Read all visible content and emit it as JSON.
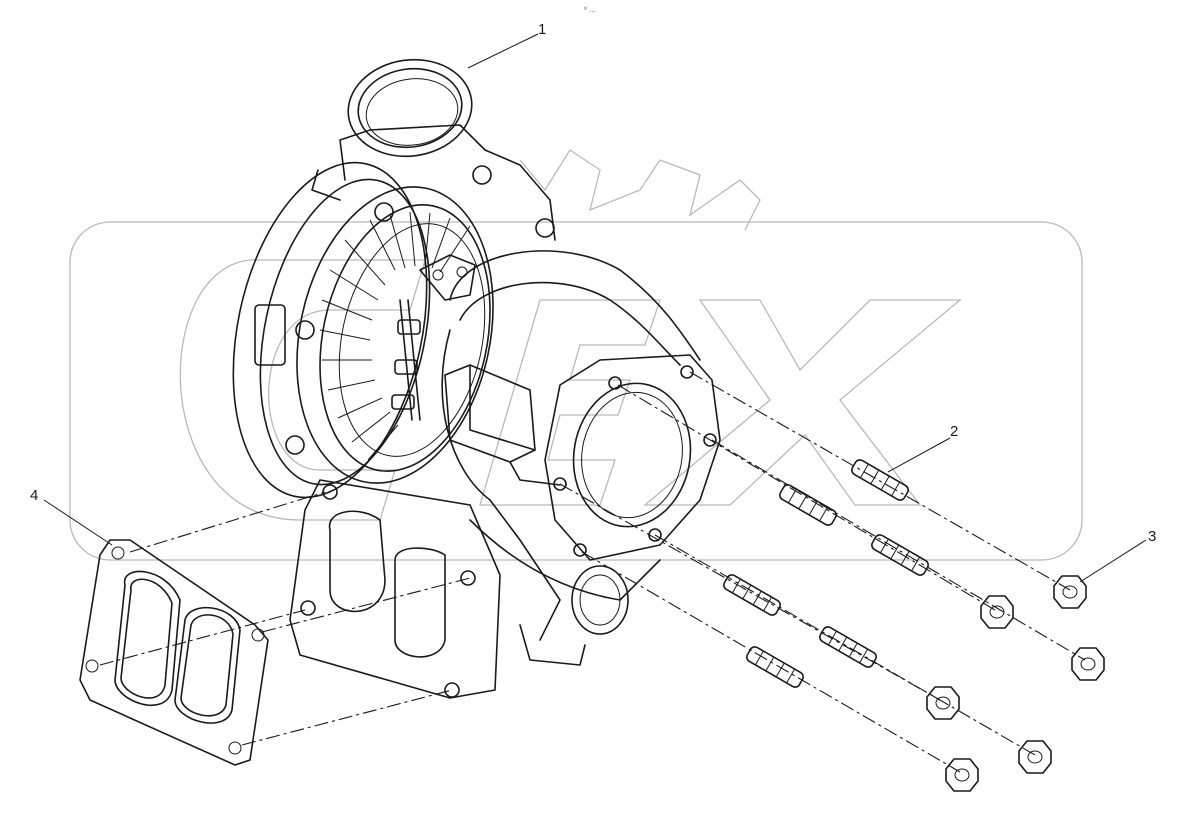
{
  "diagram": {
    "header_mark": "⁰ …",
    "callouts": [
      {
        "id": "callout-1",
        "label": "1"
      },
      {
        "id": "callout-2",
        "label": "2"
      },
      {
        "id": "callout-3",
        "label": "3"
      },
      {
        "id": "callout-4",
        "label": "4"
      }
    ]
  },
  "colors": {
    "line": "#1a1a1a",
    "watermark": "#b9b9b9",
    "background": "#ffffff"
  }
}
